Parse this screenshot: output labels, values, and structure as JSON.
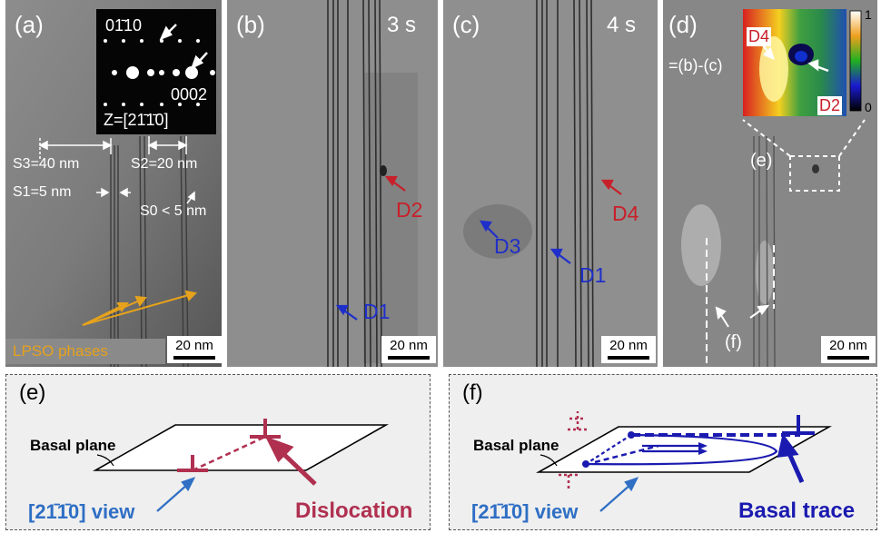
{
  "panels": {
    "a": {
      "label": "(a)",
      "diff_top": "01̄10",
      "diff_right": "0002",
      "zone_axis": "Z=[21̄1̄0]",
      "s3": "S3=40 nm",
      "s2": "S2=20 nm",
      "s1": "S1=5 nm",
      "s0": "S0 < 5 nm",
      "lpso": "LPSO phases",
      "scale": "20 nm"
    },
    "b": {
      "label": "(b)",
      "time": "3 s",
      "d2": "D2",
      "d1": "D1",
      "scale": "20 nm"
    },
    "c": {
      "label": "(c)",
      "time": "4 s",
      "d3": "D3",
      "d1": "D1",
      "d4": "D4",
      "scale": "20 nm"
    },
    "d": {
      "label": "(d)",
      "formula": "=(b)-(c)",
      "inset_d4": "D4",
      "inset_d2": "D2",
      "colorbar_max": "1",
      "colorbar_min": "0",
      "region_e": "(e)",
      "region_f": "(f)",
      "scale": "20 nm"
    }
  },
  "diagram_e": {
    "label": "(e)",
    "basal": "Basal plane",
    "view": "[21̄1̄0] view",
    "dislocation": "Dislocation"
  },
  "diagram_f": {
    "label": "(f)",
    "basal": "Basal plane",
    "view": "[21̄1̄0] view",
    "trace": "Basal trace"
  },
  "colors": {
    "blue_label": "#1f2fc9",
    "red_label": "#c8202a",
    "lpso": "#e6a21c",
    "view": "#2f6fc4",
    "dislocation": "#b03050",
    "trace": "#1a1ab0"
  }
}
